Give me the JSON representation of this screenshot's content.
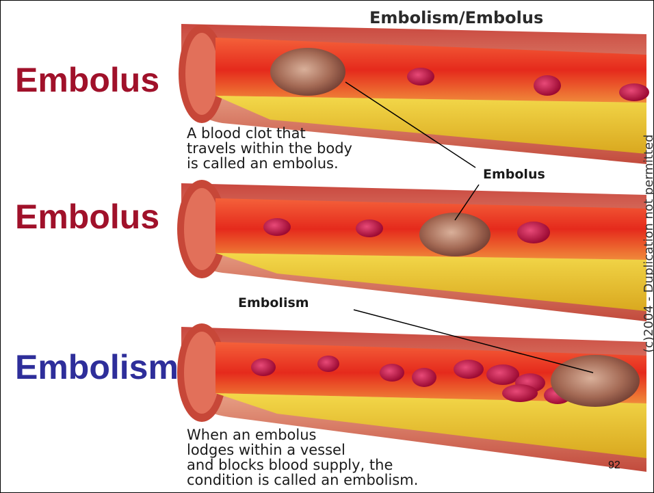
{
  "slide": {
    "title": "Embolism/Embolus",
    "labels": [
      {
        "text": "Embolus",
        "color": "#a0112a"
      },
      {
        "text": "Embolus",
        "color": "#a0112a"
      },
      {
        "text": "Embolism",
        "color": "#2e2e9a"
      }
    ],
    "caption_top": "A blood clot that\ntravels within the body\nis called an embolus.",
    "callout_embolus": "Embolus",
    "callout_embolism": "Embolism",
    "caption_bottom": "When an embolus\nlodges within a vessel\nand blocks blood supply, the\ncondition is called an embolism.",
    "copyright": "(c)2004 - Duplication not permitted",
    "page_number": "92"
  },
  "colors": {
    "vessel_wall": "#d8735f",
    "lumen": "#e8331f",
    "fat_layer": "#e6c22a",
    "red_cell": "#c21445",
    "clot": "#a9785c"
  }
}
